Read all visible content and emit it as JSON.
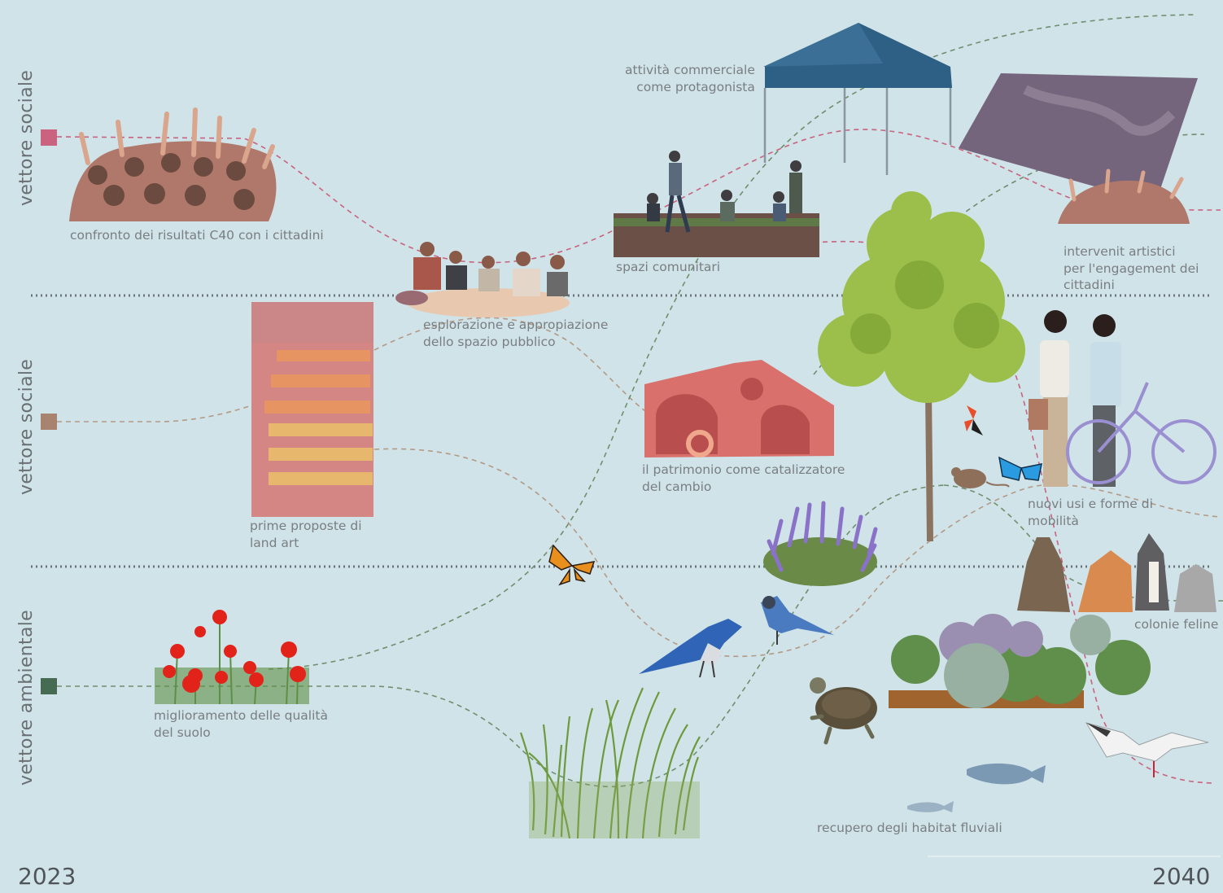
{
  "colors": {
    "background": "#cfe3e8",
    "social_1": "#c9637f",
    "social_2": "#a88470",
    "environmental": "#456b52",
    "path_green": "#6f8f6e",
    "path_brown": "#b49a86",
    "path_pink": "#c9637f"
  },
  "vectors": [
    {
      "label": "vettore sociale",
      "color": "#c9637f"
    },
    {
      "label": "vettore sociale",
      "color": "#a88470"
    },
    {
      "label": "vettore ambientale",
      "color": "#456b52"
    }
  ],
  "captions": {
    "confronto": "confronto dei risultati C40 con i cittadini",
    "esplorazione": "esplorazione e appropiazione\ndello spazio pubblico",
    "commerciale": "attività commerciale\ncome protagonista",
    "comunitari": "spazi comunitari",
    "artistici": "intervenit artistici\nper l'engagement dei\ncittadini",
    "land_art": "prime proposte di\nland art",
    "patrimonio": "il patrimonio come catalizzatore\ndel cambio",
    "mobilita": "nuovi usi e forme di\nmobilità",
    "feline": "colonie feline",
    "suolo": "miglioramento delle qualità\ndel suolo",
    "fluviali": "recupero degli habitat fluviali"
  },
  "timeline": {
    "start": "2023",
    "end": "2040"
  },
  "illustrations": [
    "crowd-raising-hands",
    "picnic-group",
    "market-tent",
    "community-garden-people",
    "artistic-projection",
    "flower-staircase",
    "heritage-building",
    "tree",
    "women-with-bicycle",
    "cats-group",
    "poppies",
    "grass-reeds",
    "lavender",
    "butterfly",
    "blue-butterfly",
    "blue-jays",
    "mouse",
    "turtle",
    "herb-bed",
    "seagull",
    "fish"
  ]
}
